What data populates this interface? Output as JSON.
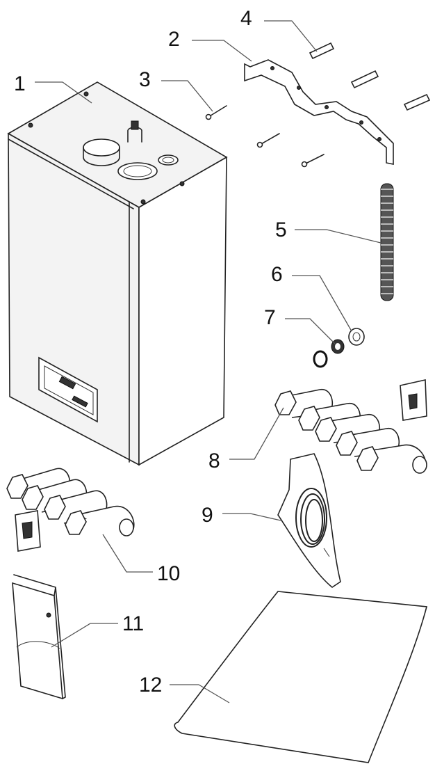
{
  "callouts": [
    {
      "id": "1",
      "part": "boiler"
    },
    {
      "id": "2",
      "part": "mounting-bracket"
    },
    {
      "id": "3",
      "part": "screw"
    },
    {
      "id": "4",
      "part": "wall-plugs"
    },
    {
      "id": "5",
      "part": "flexible-hose"
    },
    {
      "id": "6",
      "part": "nut"
    },
    {
      "id": "7",
      "part": "seal-ring"
    },
    {
      "id": "8",
      "part": "pipe-kit-right"
    },
    {
      "id": "9",
      "part": "cable-bag"
    },
    {
      "id": "10",
      "part": "pipe-kit-left"
    },
    {
      "id": "11",
      "part": "manual-booklet"
    },
    {
      "id": "12",
      "part": "template-sheet"
    }
  ],
  "colors": {
    "line": "#222222",
    "panel": "#f3f3f3",
    "background": "#ffffff"
  }
}
